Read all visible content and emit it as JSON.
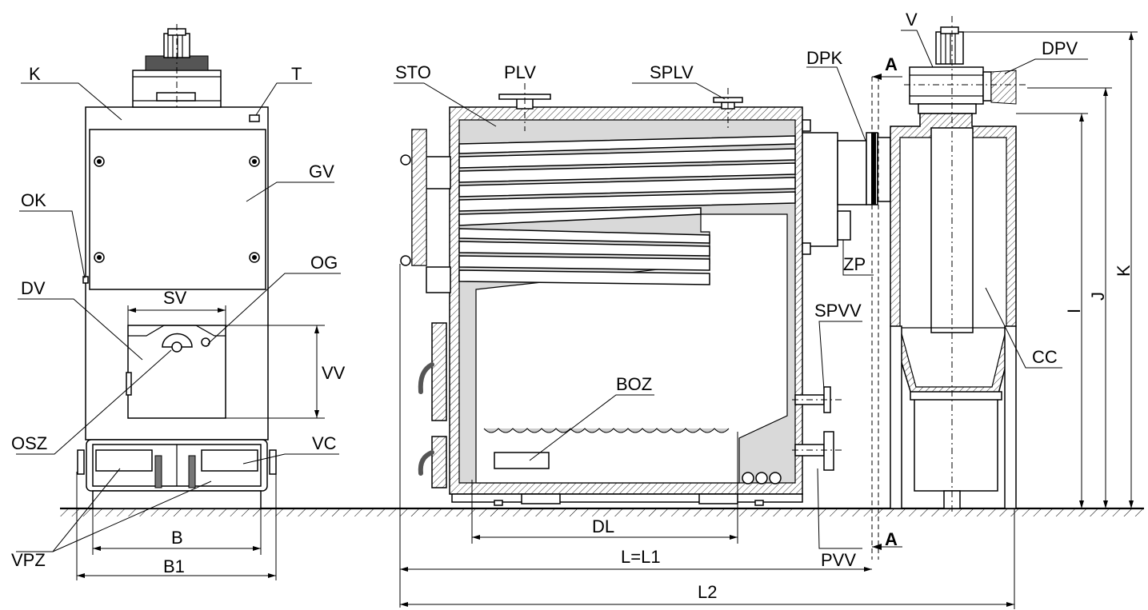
{
  "labels": {
    "K_left": "K",
    "T": "T",
    "GV": "GV",
    "OK": "OK",
    "OG": "OG",
    "DV": "DV",
    "SV": "SV",
    "VV": "VV",
    "OSZ": "OSZ",
    "VC": "VC",
    "VPZ": "VPZ",
    "B": "B",
    "B1": "B1",
    "STO": "STO",
    "PLV": "PLV",
    "SPLV": "SPLV",
    "DPK": "DPK",
    "A_top": "A",
    "A_bottom": "A",
    "V": "V",
    "DPV": "DPV",
    "ZP": "ZP",
    "SPVV": "SPVV",
    "PVV": "PVV",
    "BOZ": "BOZ",
    "DL": "DL",
    "L_L1": "L=L1",
    "L2": "L2",
    "CC": "CC",
    "I": "I",
    "J": "J",
    "K_right": "K"
  }
}
